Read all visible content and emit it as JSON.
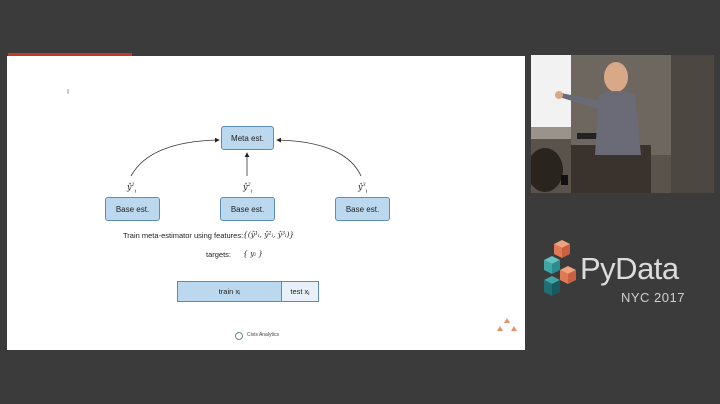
{
  "slide": {
    "meta_label": "Meta est.",
    "base_labels": [
      "Base est.",
      "Base est.",
      "Base est."
    ],
    "yhat_sup": [
      "1",
      "2",
      "3"
    ],
    "train_caption": "Train meta-estimator using features:",
    "features_formula": "{(ŷ¹ᵢ, ŷ²ᵢ, ŷ³ᵢ)}",
    "targets_caption": "targets:",
    "targets_formula": "{ yᵢ }",
    "train_label": "train xᵢ",
    "test_label": "test xⱼ",
    "footer": "Civis Analytics"
  },
  "brand": {
    "name": "PyData",
    "subtitle": "NYC 2017",
    "colors": {
      "accent": "#e8916b",
      "teal": "#3fa6a6",
      "dark_teal": "#1f6e74"
    }
  }
}
